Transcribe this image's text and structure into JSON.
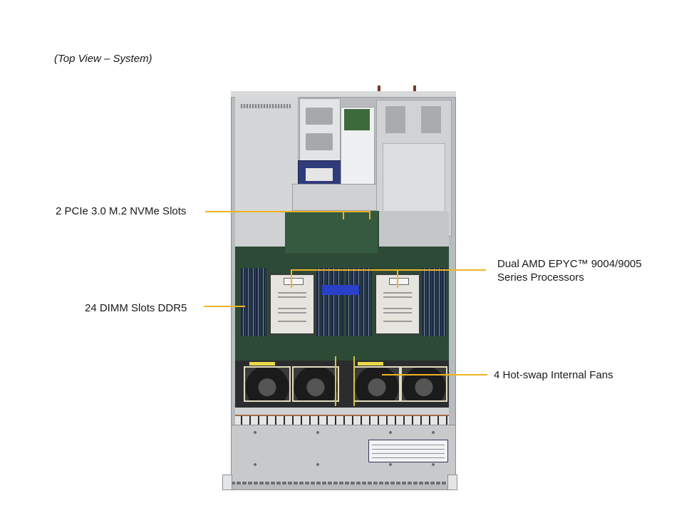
{
  "title": "(Top View – System)",
  "callouts": {
    "nvme": {
      "label": "2 PCIe 3.0 M.2 NVMe Slots"
    },
    "cpu": {
      "line1": "Dual AMD EPYC™ 9004/9005",
      "line2": "Series Processors"
    },
    "dimm": {
      "label": "24 DIMM Slots DDR5"
    },
    "fans": {
      "label": "4 Hot-swap Internal Fans"
    }
  },
  "colors": {
    "callout_line": "#f0b424",
    "chassis": "#b9bcbf",
    "motherboard": "#2d4a36"
  },
  "image": {
    "description": "Top view photo of 2U server chassis with dual CPU motherboard, 24 DIMM slots, 4 fans"
  }
}
